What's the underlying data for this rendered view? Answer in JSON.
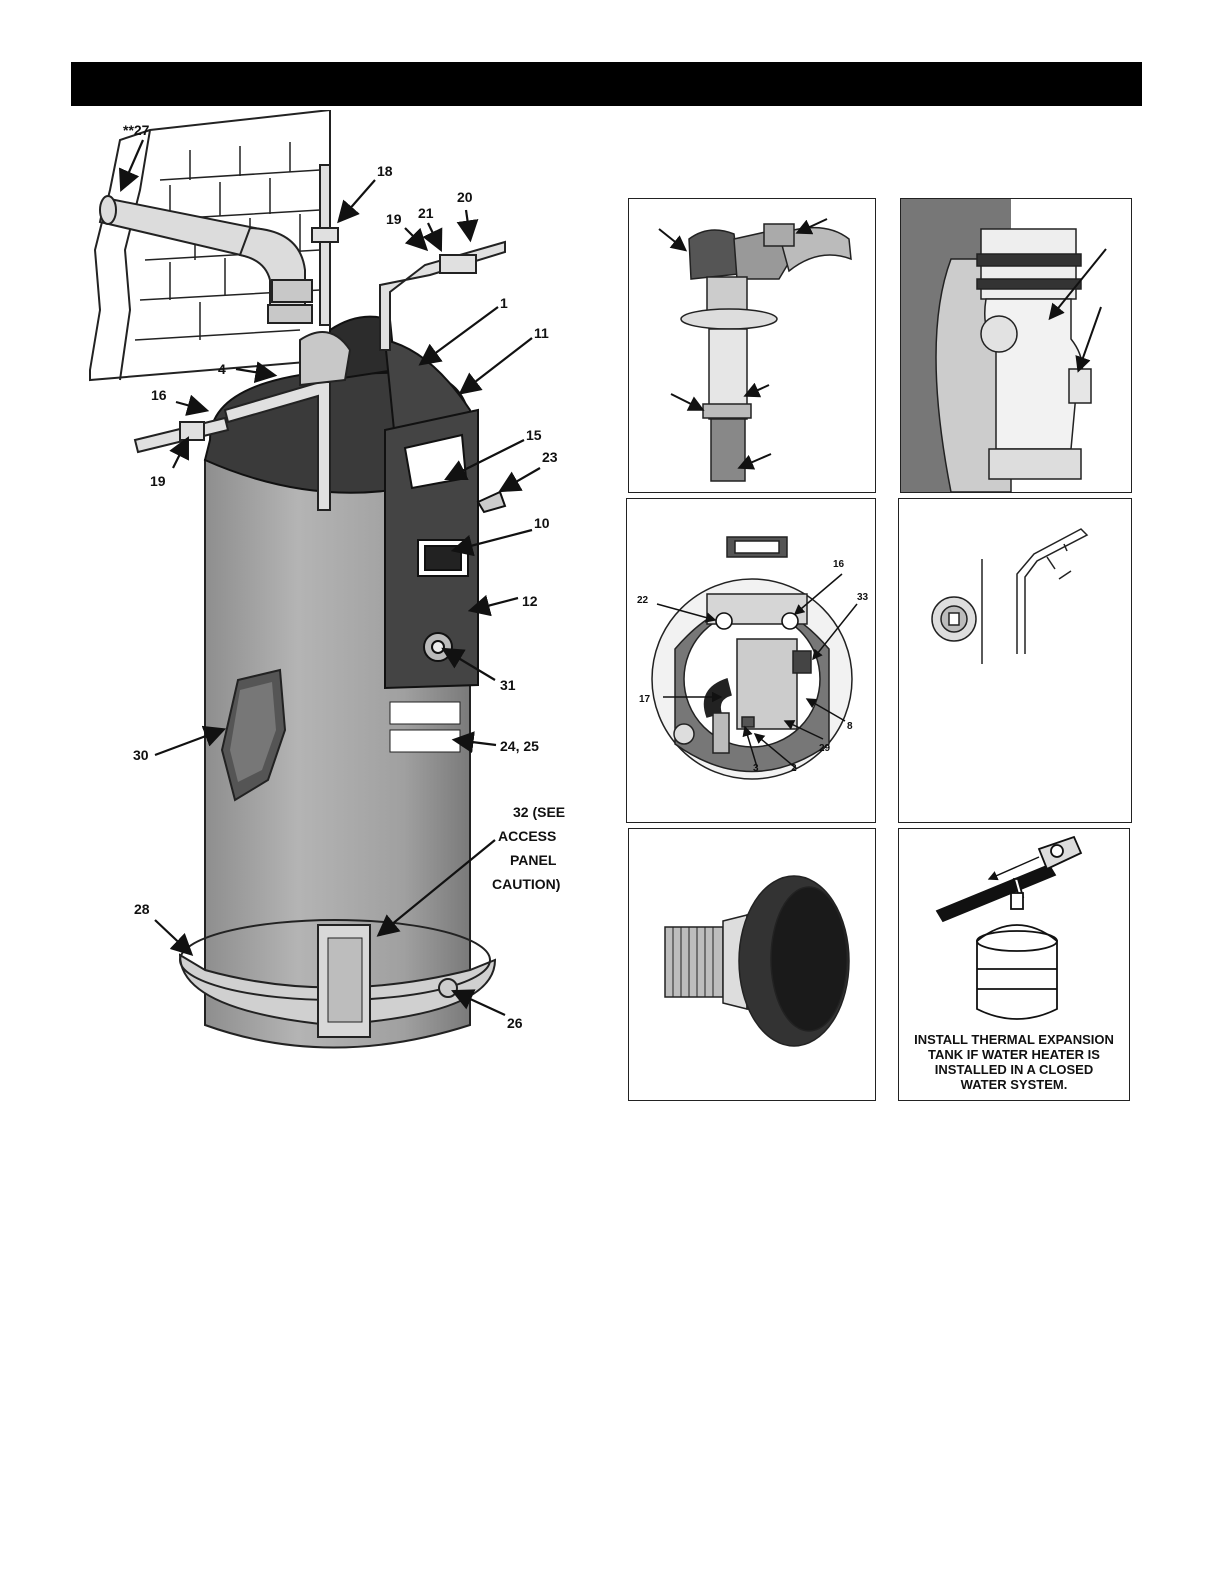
{
  "main_diagram": {
    "labels": {
      "l27": "**27",
      "l18": "18",
      "l19a": "19",
      "l21": "21",
      "l20": "20",
      "l1": "1",
      "l11": "11",
      "l4": "4",
      "l16": "16",
      "l19b": "19",
      "l15": "15",
      "l23": "23",
      "l10": "10",
      "l12": "12",
      "l31": "31",
      "l30": "30",
      "l24_25": "24, 25",
      "l32_line1": "32 (SEE",
      "l32_line2": "ACCESS",
      "l32_line3": "PANEL",
      "l32_line4": "CAUTION)",
      "l28": "28",
      "l26": "26"
    }
  },
  "panels": {
    "top_view": {
      "labels": {
        "l16": "16",
        "l22": "22",
        "l33": "33",
        "l17": "17",
        "l8": "8",
        "l29": "29",
        "l3": "3",
        "l2": "2"
      }
    },
    "expansion_tank": {
      "caption_lines": [
        "INSTALL THERMAL EXPANSION",
        "TANK IF WATER HEATER IS",
        "INSTALLED IN A CLOSED",
        "WATER SYSTEM."
      ]
    }
  },
  "colors": {
    "header": "#000000",
    "tank_body": "#a8a8a8",
    "jacket": "#3a3a3a",
    "brick": "#ffffff",
    "pipe": "#d8d8d8"
  }
}
